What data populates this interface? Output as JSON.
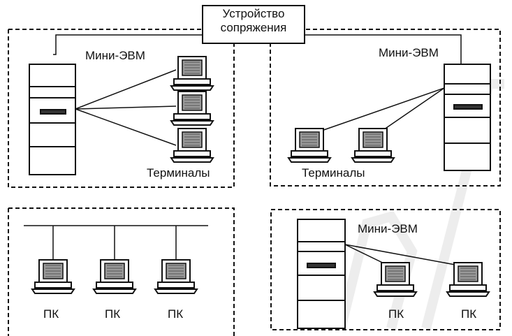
{
  "interface_device": {
    "line1": "Устройство",
    "line2": "сопряжения"
  },
  "segments": {
    "top_left": {
      "computer_label": "Мини-ЭВМ",
      "terminals_label": "Терминалы"
    },
    "top_right": {
      "computer_label": "Мини-ЭВМ",
      "terminals_label": "Терминалы"
    },
    "bottom_left": {
      "pc_labels": [
        "ПК",
        "ПК",
        "ПК"
      ]
    },
    "bottom_right": {
      "computer_label": "Мини-ЭВМ",
      "pc_labels": [
        "ПК",
        "ПК"
      ]
    }
  },
  "watermark": "БГ"
}
